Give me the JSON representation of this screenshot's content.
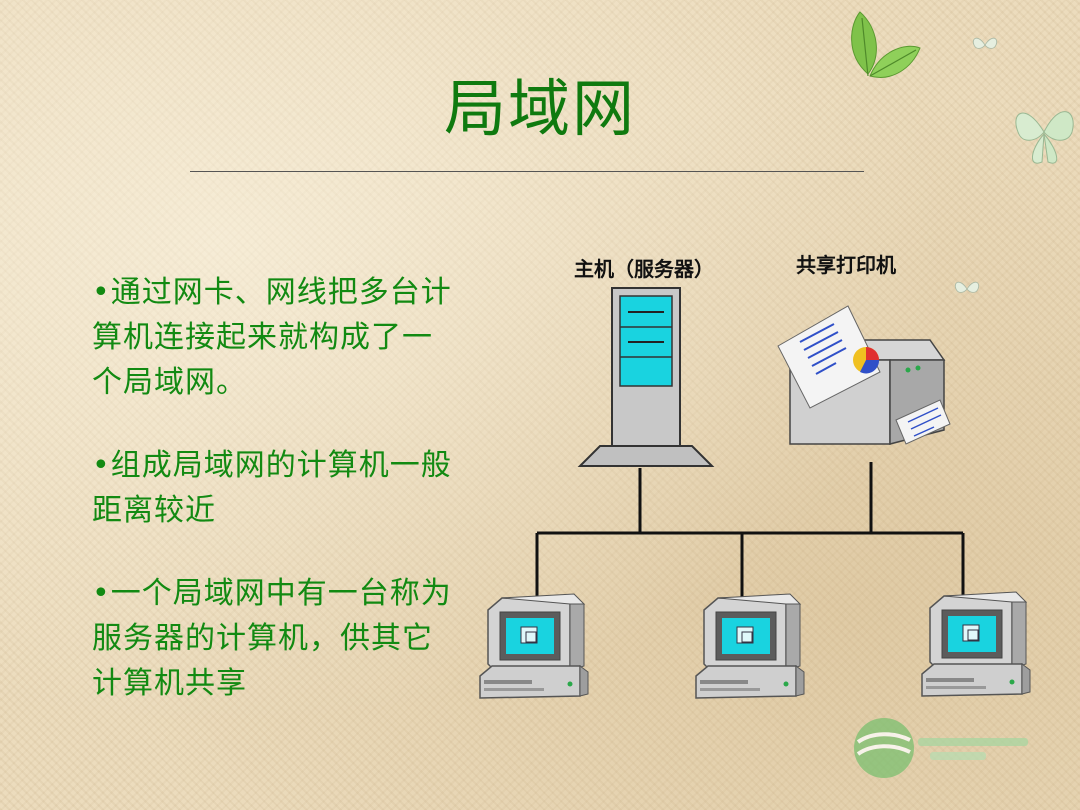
{
  "slide": {
    "title": "局域网",
    "bullets": [
      "•通过网卡、网线把多台计算机连接起来就构成了一个局域网。",
      "•组成局域网的计算机一般距离较近",
      "•一个局域网中有一台称为服务器的计算机，供其它计算机共享"
    ]
  },
  "diagram": {
    "server_label": "主机（服务器）",
    "printer_label": "共享打印机",
    "client_count": 3
  },
  "colors": {
    "title": "#0f7a0f",
    "text": "#128a12",
    "screen": "#19d3e0"
  },
  "icons": [
    "leaf-icon",
    "butterfly-icon",
    "server-icon",
    "printer-icon",
    "computer-icon",
    "logo-icon"
  ]
}
